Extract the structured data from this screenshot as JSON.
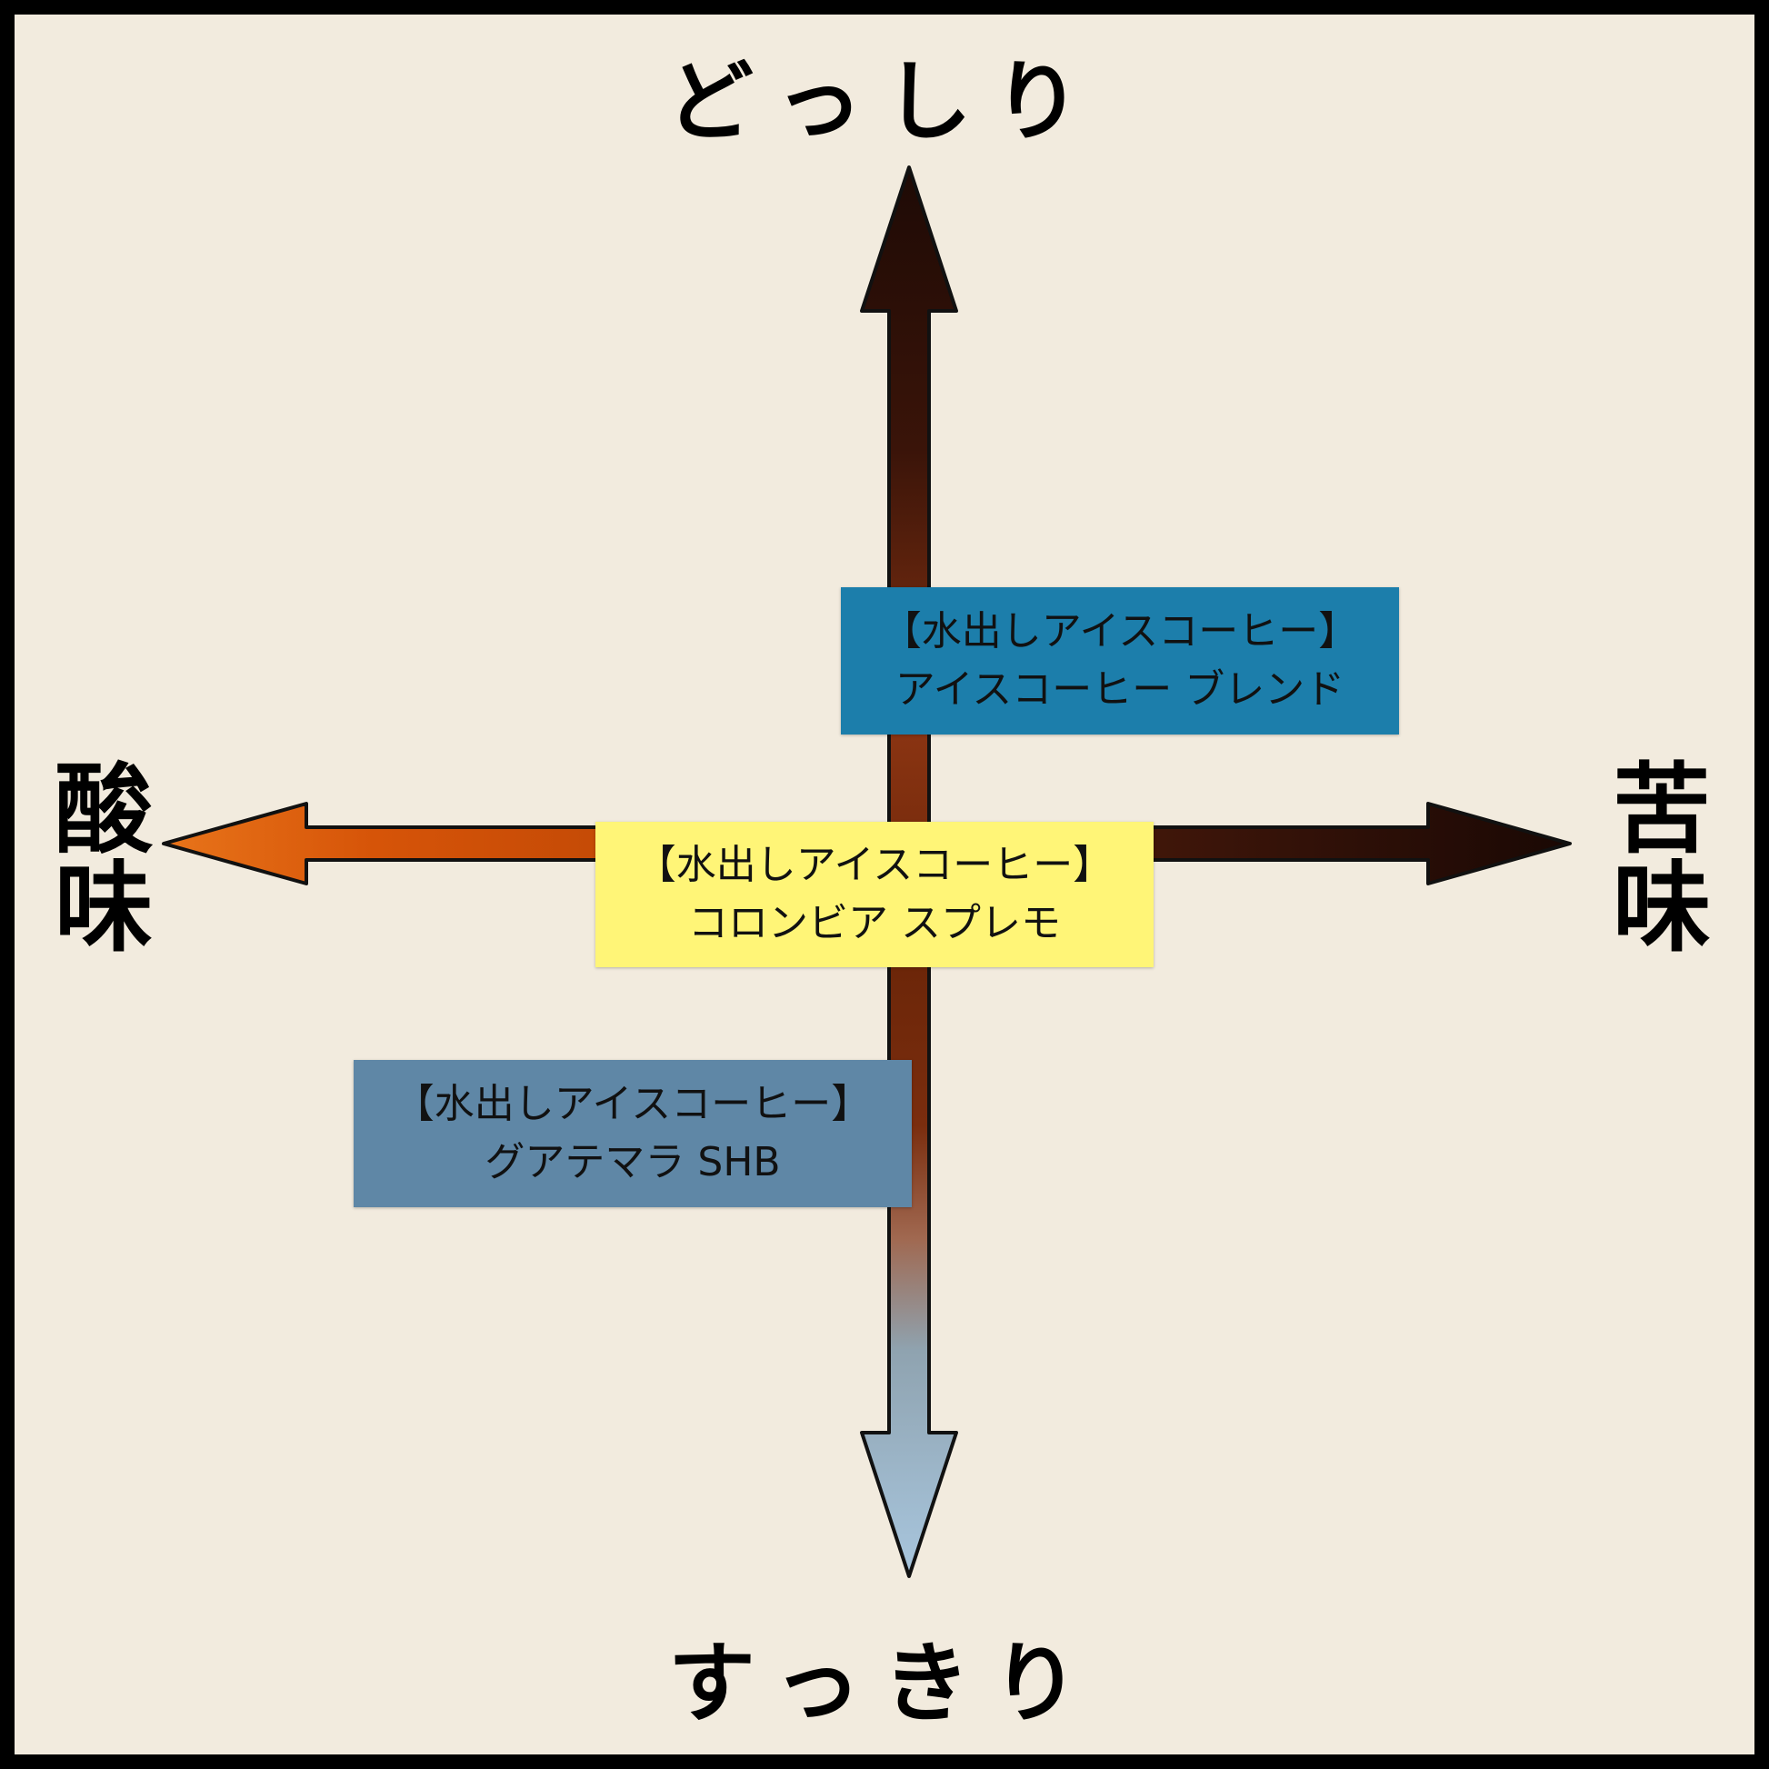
{
  "axes": {
    "top": "どっしり",
    "bottom": "すっきり",
    "left": [
      "酸",
      "味"
    ],
    "right": [
      "苦",
      "味"
    ]
  },
  "colors": {
    "background": "#f2ebde",
    "frame": "#000000",
    "arrow_dark": "#2a0f08",
    "arrow_brown": "#7a2d0e",
    "arrow_orange": "#d65408",
    "arrow_blue_gray": "#8fa3b0",
    "arrow_light_blue": "#a8c6de"
  },
  "products": [
    {
      "id": "blend",
      "line1": "【水出しアイスコーヒー】",
      "line2": "アイスコーヒー ブレンド",
      "color": "#1c7eab",
      "body_position": 0.3,
      "bitterness_position": 0.24
    },
    {
      "id": "colombia",
      "line1": "【水出しアイスコーヒー】",
      "line2": "コロンビア スプレモ",
      "color": "#fff577",
      "body_position": 0.0,
      "bitterness_position": -0.04
    },
    {
      "id": "guatemala",
      "line1": "【水出しアイスコーヒー】",
      "line2": "グアテマラ SHB",
      "color": "#5f87a6",
      "body_position": -0.33,
      "bitterness_position": -0.36
    }
  ]
}
